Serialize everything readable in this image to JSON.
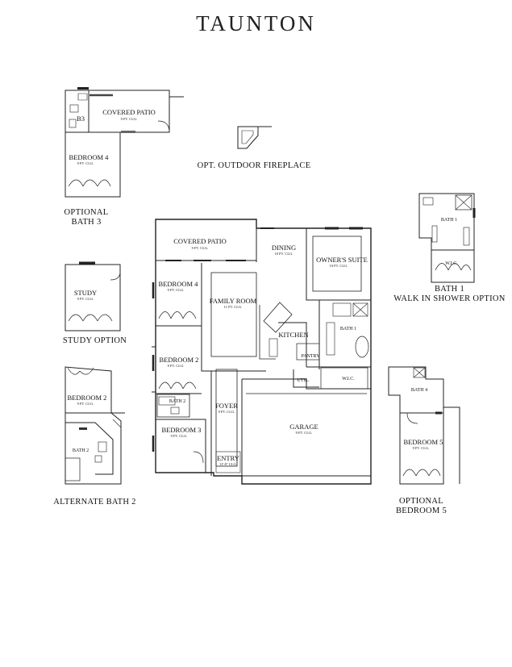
{
  "title": "TAUNTON",
  "captions": {
    "optional_bath3": "OPTIONAL\nBATH 3",
    "outdoor_fireplace": "OPT. OUTDOOR FIREPLACE",
    "study_option": "STUDY OPTION",
    "alternate_bath2": "ALTERNATE BATH 2",
    "walk_in_shower": "BATH 1\nWALK IN SHOWER OPTION",
    "optional_bed5": "OPTIONAL\nBEDROOM 5"
  },
  "main_plan": {
    "covered_patio": "COVERED PATIO",
    "covered_patio_clg": "9 FT. CLG.",
    "dining": "DINING",
    "dining_clg": "10 FT. CLG.",
    "owners_suite": "OWNER'S SUITE",
    "owners_suite_clg": "10 FT. CLG.",
    "bedroom4": "BEDROOM 4",
    "bedroom4_clg": "9 FT. CLG.",
    "family_room": "FAMILY ROOM",
    "family_room_clg": "11 FT. CLG.",
    "kitchen": "KITCHEN",
    "pantry": "PANTRY",
    "bath1": "BATH 1",
    "bedroom2": "BEDROOM 2",
    "bedroom2_clg": "9 FT. CLG.",
    "bath2": "BATH 2",
    "foyer": "FOYER",
    "foyer_clg": "9 FT. CLG.",
    "util": "UTIL.",
    "wic": "W.I.C.",
    "garage": "GARAGE",
    "garage_clg": "9 FT. CLG.",
    "bedroom3": "BEDROOM 3",
    "bedroom3_clg": "9 FT. CLG.",
    "entry": "ENTRY",
    "entry_clg": "11'-0\" CLG."
  },
  "option_bath3": {
    "covered_patio": "COVERED PATIO",
    "covered_patio_clg": "9 FT. CLG.",
    "b3": "B3",
    "bedroom4": "BEDROOM 4",
    "bedroom4_clg": "9 FT. CLG."
  },
  "option_study": {
    "study": "STUDY",
    "study_clg": "9 FT. CLG."
  },
  "option_alt_bath2": {
    "bedroom2": "BEDROOM 2",
    "bedroom2_clg": "9 FT. CLG.",
    "bath2": "BATH 2"
  },
  "option_walk_in_shower": {
    "bath1": "BATH 1",
    "wic": "W.I.C."
  },
  "option_bedroom5": {
    "bath4": "BATH 4",
    "bedroom5": "BEDROOM 5",
    "bedroom5_clg": "9 FT. CLG."
  }
}
